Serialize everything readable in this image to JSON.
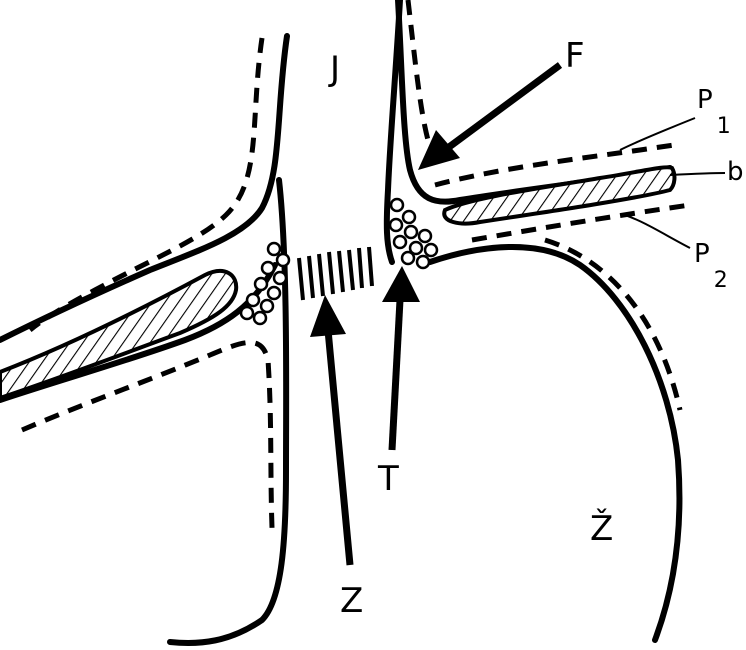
{
  "labels": {
    "j": "J",
    "f": "F",
    "p1_main": "P",
    "p1_sub": "1",
    "b": "b",
    "p2_main": "P",
    "p2_sub": "2",
    "z": "Z",
    "t": "T",
    "zh": "Ž"
  },
  "colors": {
    "ink": "#000000",
    "background": "#ffffff"
  }
}
